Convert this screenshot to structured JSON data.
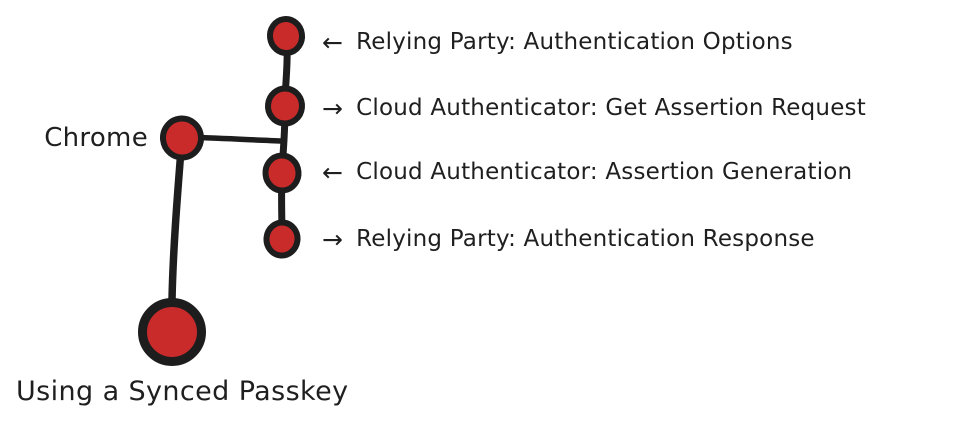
{
  "diagram": {
    "title": "Using a Synced Passkey",
    "branch": {
      "label": "Chrome"
    },
    "colors": {
      "node_fill": "#c92a2a",
      "stroke": "#1d1d1d",
      "text": "#1f1f1f",
      "background": "#ffffff"
    },
    "steps": [
      {
        "arrow": "←",
        "direction": "left",
        "label": "Relying Party: Authentication Options"
      },
      {
        "arrow": "→",
        "direction": "right",
        "label": "Cloud Authenticator: Get Assertion Request"
      },
      {
        "arrow": "←",
        "direction": "left",
        "label": "Cloud Authenticator: Assertion Generation"
      },
      {
        "arrow": "→",
        "direction": "right",
        "label": "Relying Party: Authentication Response"
      }
    ]
  }
}
